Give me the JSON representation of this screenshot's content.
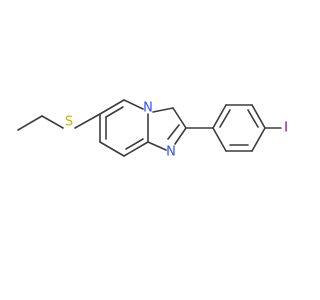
{
  "molecule": {
    "atoms": {
      "S": {
        "label": "S",
        "color": "#c8b400"
      },
      "N1": {
        "label": "N",
        "color": "#3050f8"
      },
      "N2": {
        "label": "N",
        "color": "#3050f8"
      },
      "I": {
        "label": "I",
        "color": "#940094"
      }
    },
    "bond_color": "#3c3c3c"
  }
}
